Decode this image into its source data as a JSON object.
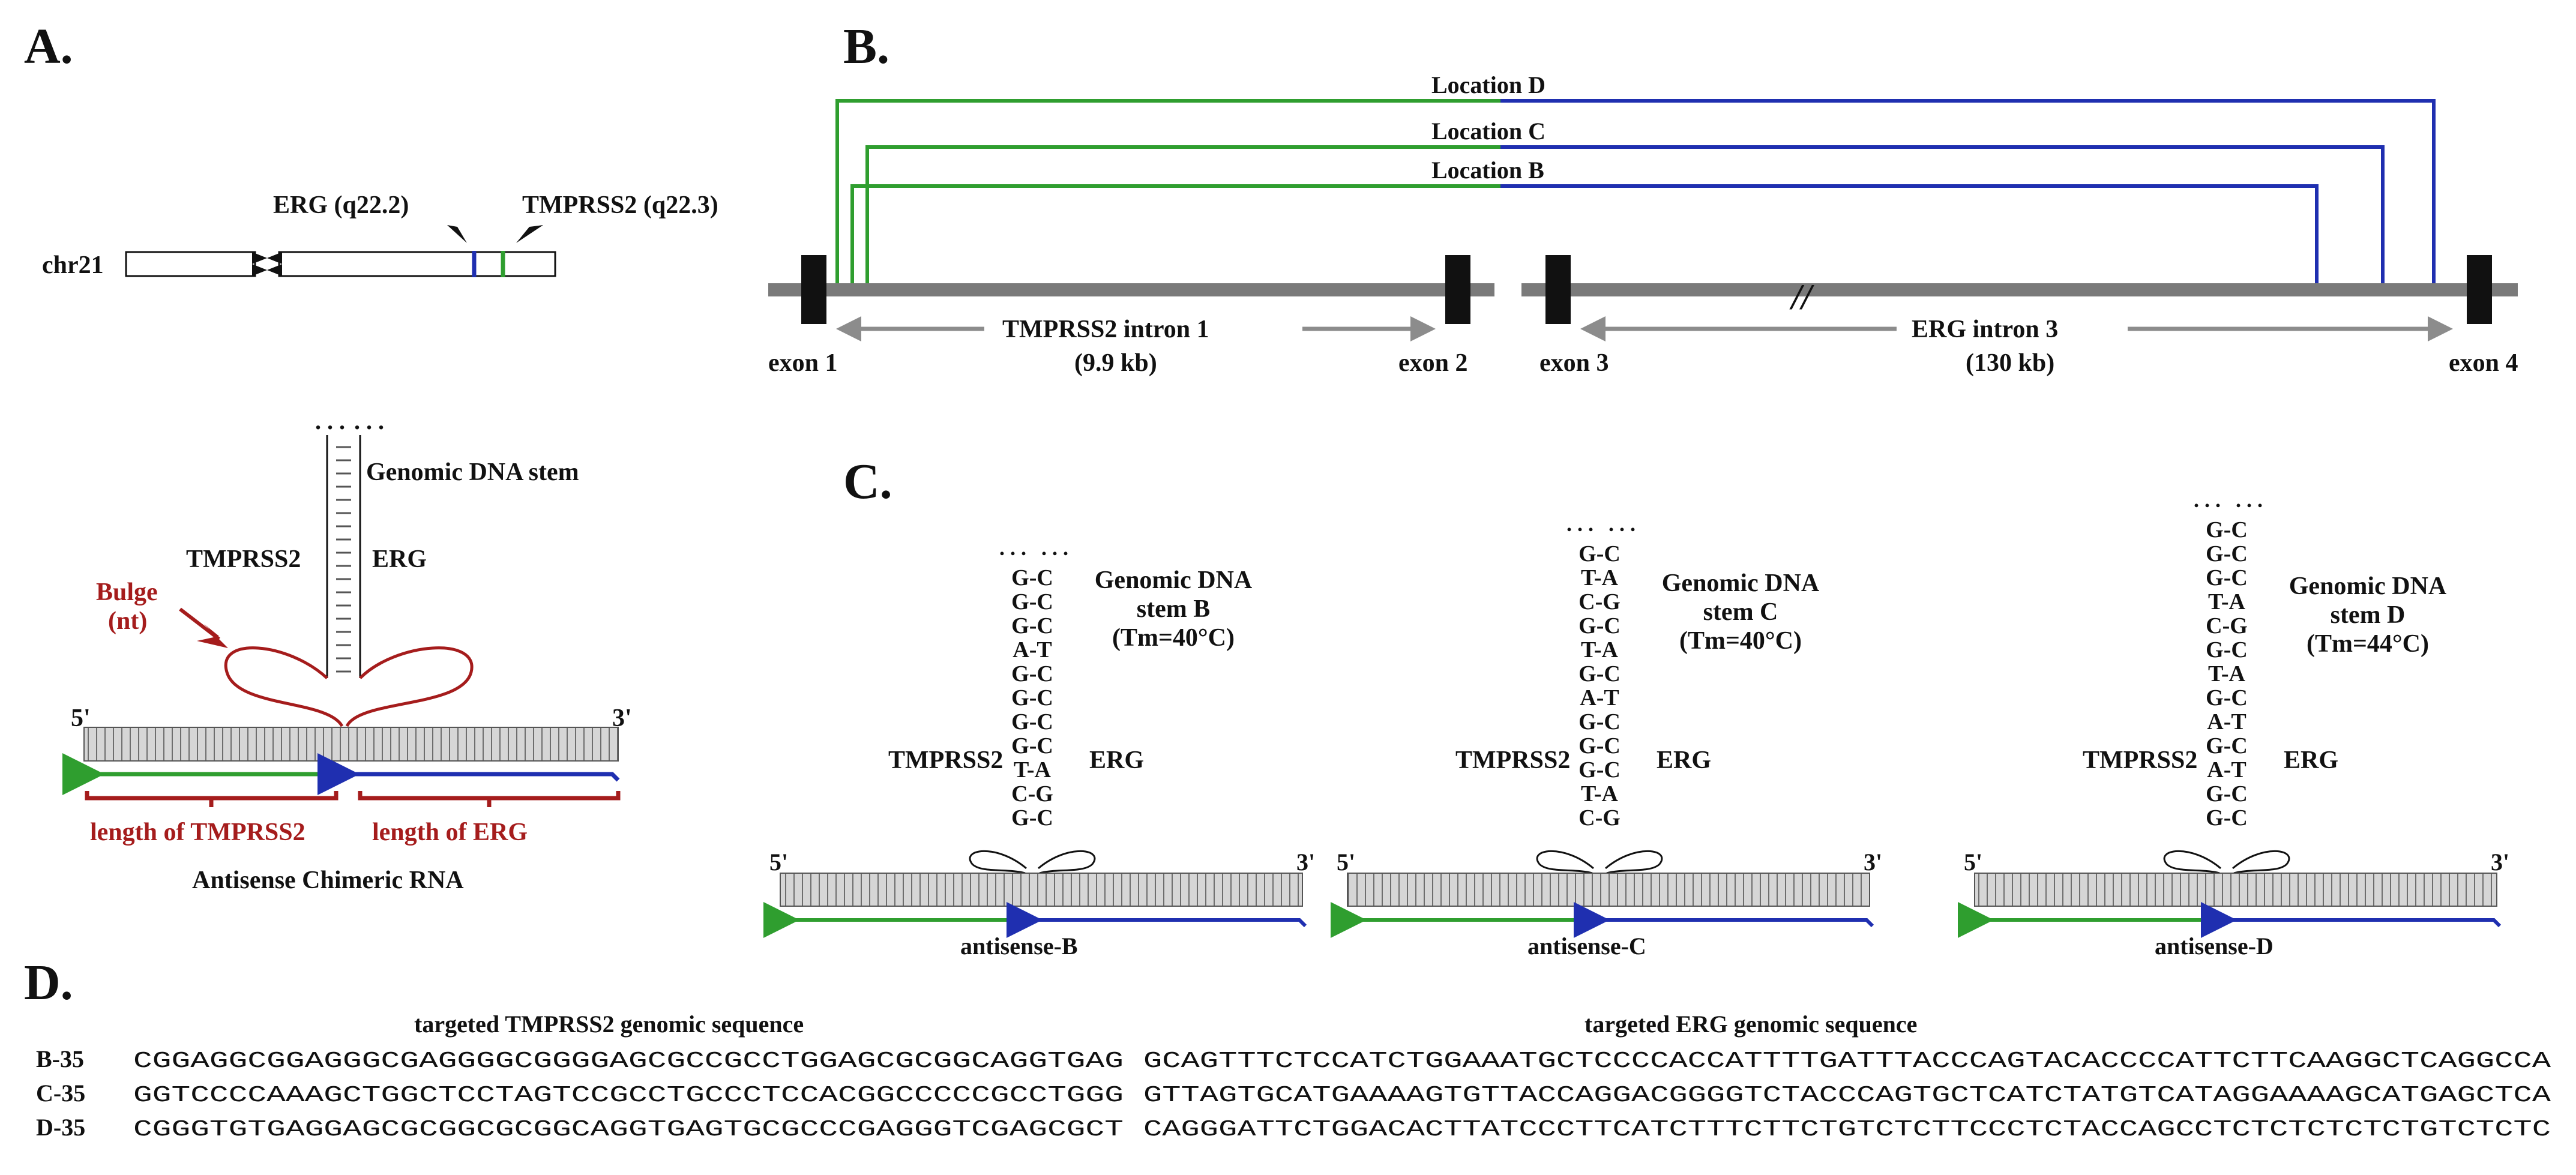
{
  "colors": {
    "tmprss2": "#2f9e2f",
    "erg": "#1f2fb0",
    "bulge": "#a51c1c",
    "gray": "#8c8c8c",
    "bar": "#7a7a7a"
  },
  "panels": {
    "a": "A.",
    "b": "B.",
    "c": "C.",
    "d": "D."
  },
  "panel_a": {
    "erg_locus": "ERG (q22.2)",
    "tmprss2_locus": "TMPRSS2 (q22.3)",
    "chr": "chr21",
    "stem_label": "Genomic DNA stem",
    "tmprss2": "TMPRSS2",
    "erg": "ERG",
    "bulge": "Bulge",
    "bulge_nt": "(nt)",
    "five": "5'",
    "three": "3'",
    "len_tmprss2": "length of TMPRSS2",
    "len_erg": "length of ERG",
    "caption": "Antisense Chimeric RNA"
  },
  "panel_b": {
    "loc_d": "Location D",
    "loc_c": "Location C",
    "loc_b": "Location B",
    "intron1": "TMPRSS2 intron 1",
    "intron1_size": "(9.9 kb)",
    "intron3": "ERG  intron 3",
    "intron3_size": "(130 kb)",
    "exon1": "exon 1",
    "exon2": "exon 2",
    "exon3": "exon 3",
    "exon4": "exon 4",
    "break": "//"
  },
  "panel_c": {
    "stems": [
      {
        "title1": "Genomic DNA",
        "title2": "stem B",
        "tm": "(Tm=40°C)",
        "tmprss2": "TMPRSS2",
        "erg": "ERG",
        "five": "5'",
        "three": "3'",
        "caption": "antisense-B",
        "pairs": [
          "G-C",
          "G-C",
          "G-C",
          "A-T",
          "G-C",
          "G-C",
          "G-C",
          "G-C",
          "T-A",
          "C-G",
          "G-C"
        ]
      },
      {
        "title1": "Genomic DNA",
        "title2": "stem C",
        "tm": "(Tm=40°C)",
        "tmprss2": "TMPRSS2",
        "erg": "ERG",
        "five": "5'",
        "three": "3'",
        "caption": "antisense-C",
        "pairs": [
          "G-C",
          "T-A",
          "C-G",
          "G-C",
          "T-A",
          "G-C",
          "A-T",
          "G-C",
          "G-C",
          "G-C",
          "T-A",
          "C-G"
        ]
      },
      {
        "title1": "Genomic DNA",
        "title2": "stem D",
        "tm": "(Tm=44°C)",
        "tmprss2": "TMPRSS2",
        "erg": "ERG",
        "five": "5'",
        "three": "3'",
        "caption": "antisense-D",
        "pairs": [
          "G-C",
          "G-C",
          "G-C",
          "T-A",
          "C-G",
          "G-C",
          "T-A",
          "G-C",
          "A-T",
          "G-C",
          "A-T",
          "G-C",
          "G-C"
        ]
      }
    ]
  },
  "panel_d": {
    "header_tmprss2": "targeted TMPRSS2 genomic sequence",
    "header_erg": "targeted ERG genomic sequence",
    "rows": [
      {
        "label": "B-35",
        "tmprss2": "CGGAGGCGGAGGGCGAGGGGCGGGGAGCGCCGCCTGGAGCGCGGCAGGTGAG",
        "erg": "GCAGTTTCTCCATCTGGAAATGCTCCCCACCATTTTGATTTACCCAGTACACCCCATTCTTCAAGGCTCAGGCCA"
      },
      {
        "label": "C-35",
        "tmprss2": "GGTCCCCAAAGCTGGCTCCTAGTCCGCCTGCCCTCCACGGCCCCCGCCTGGG",
        "erg": "GTTAGTGCATGAAAAGTGTTACCAGGACGGGGTCTACCCAGTGCTCATCTATGTCATAGGAAAAGCATGAGCTCA"
      },
      {
        "label": "D-35",
        "tmprss2": "CGGGTGTGAGGAGCGCGGCGCGGCAGGTGAGTGCGCCCGAGGGTCGAGCGCT",
        "erg": "CAGGGATTCTGGACACTTATCCCTTCATCTTTCTTCTGTCTCTTCCCTCTACCAGCCTCTCTCTCTCTGTCTCTC"
      }
    ]
  }
}
